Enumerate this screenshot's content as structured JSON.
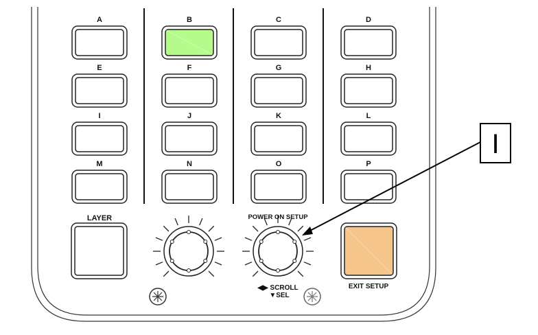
{
  "buttons": [
    {
      "label": "A",
      "color": "#ffffff"
    },
    {
      "label": "B",
      "color": "#b4fb8c"
    },
    {
      "label": "C",
      "color": "#ffffff"
    },
    {
      "label": "D",
      "color": "#ffffff"
    },
    {
      "label": "E",
      "color": "#ffffff"
    },
    {
      "label": "F",
      "color": "#ffffff"
    },
    {
      "label": "G",
      "color": "#ffffff"
    },
    {
      "label": "H",
      "color": "#ffffff"
    },
    {
      "label": "I",
      "color": "#ffffff"
    },
    {
      "label": "J",
      "color": "#ffffff"
    },
    {
      "label": "K",
      "color": "#ffffff"
    },
    {
      "label": "L",
      "color": "#ffffff"
    },
    {
      "label": "M",
      "color": "#ffffff"
    },
    {
      "label": "N",
      "color": "#ffffff"
    },
    {
      "label": "O",
      "color": "#ffffff"
    },
    {
      "label": "P",
      "color": "#ffffff"
    }
  ],
  "layer": {
    "label": "LAYER",
    "color": "#ffffff"
  },
  "exit": {
    "label": "EXIT SETUP",
    "color": "#f5c58a"
  },
  "knob2": {
    "top_label": "POWER ON SETUP",
    "bottom_label_1": "◀▶ SCROLL",
    "bottom_label_2": "▼SEL"
  },
  "callout": {
    "label": "I"
  }
}
